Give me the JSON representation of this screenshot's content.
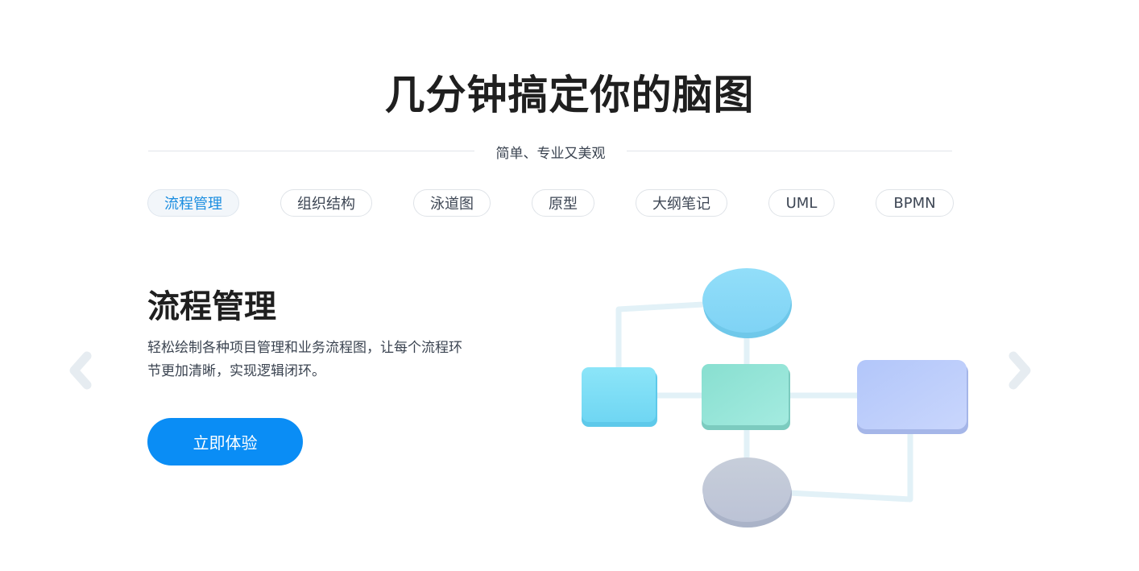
{
  "header": {
    "title": "几分钟搞定你的脑图",
    "subtitle": "简单、专业又美观"
  },
  "tabs": [
    {
      "label": "流程管理",
      "active": true
    },
    {
      "label": "组织结构",
      "active": false
    },
    {
      "label": "泳道图",
      "active": false
    },
    {
      "label": "原型",
      "active": false
    },
    {
      "label": "大纲笔记",
      "active": false
    },
    {
      "label": "UML",
      "active": false
    },
    {
      "label": "BPMN",
      "active": false
    }
  ],
  "content": {
    "title": "流程管理",
    "description": "轻松绘制各种项目管理和业务流程图，让每个流程环节更加清晰，实现逻辑闭环。",
    "cta_label": "立即体验"
  },
  "carousel": {
    "prev_icon": "chevron-left-icon",
    "next_icon": "chevron-right-icon"
  },
  "colors": {
    "accent": "#0a8df5",
    "active_tab_text": "#1a8de0",
    "node_top": "#8fdcf8",
    "node_left": "#86e2f7",
    "node_center": "#93e3d6",
    "node_right": "#bccdfa",
    "node_bottom": "#c4cbdd"
  }
}
